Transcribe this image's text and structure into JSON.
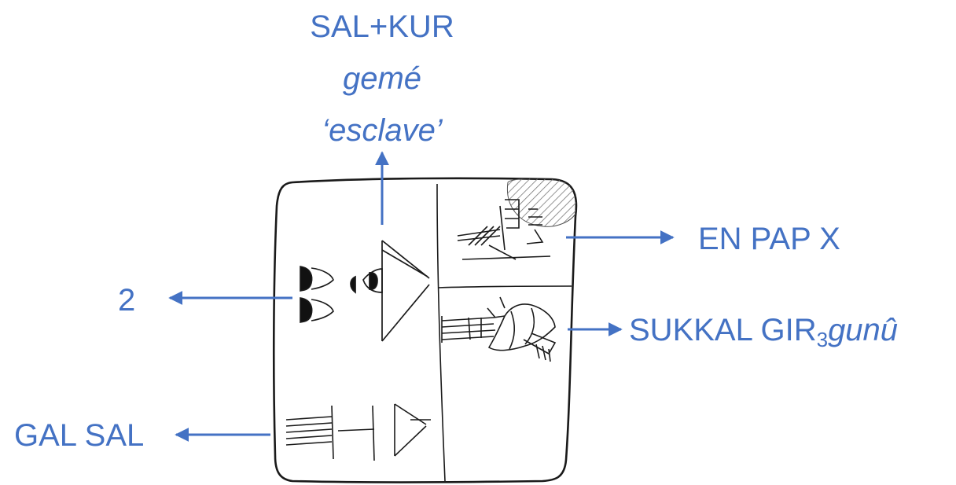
{
  "labels": {
    "top": {
      "sign": "SAL+KUR",
      "reading": "gemé",
      "gloss": "‘esclave’"
    },
    "right_upper": "EN PAP X",
    "right_lower": {
      "main": "SUKKAL GIR",
      "subscript": "3",
      "italic": "gunû"
    },
    "left_middle": "2",
    "left_lower": "GAL SAL"
  },
  "colors": {
    "label": "#4472C4",
    "drawing": "#1a1a1a",
    "hatch": "#777777"
  }
}
